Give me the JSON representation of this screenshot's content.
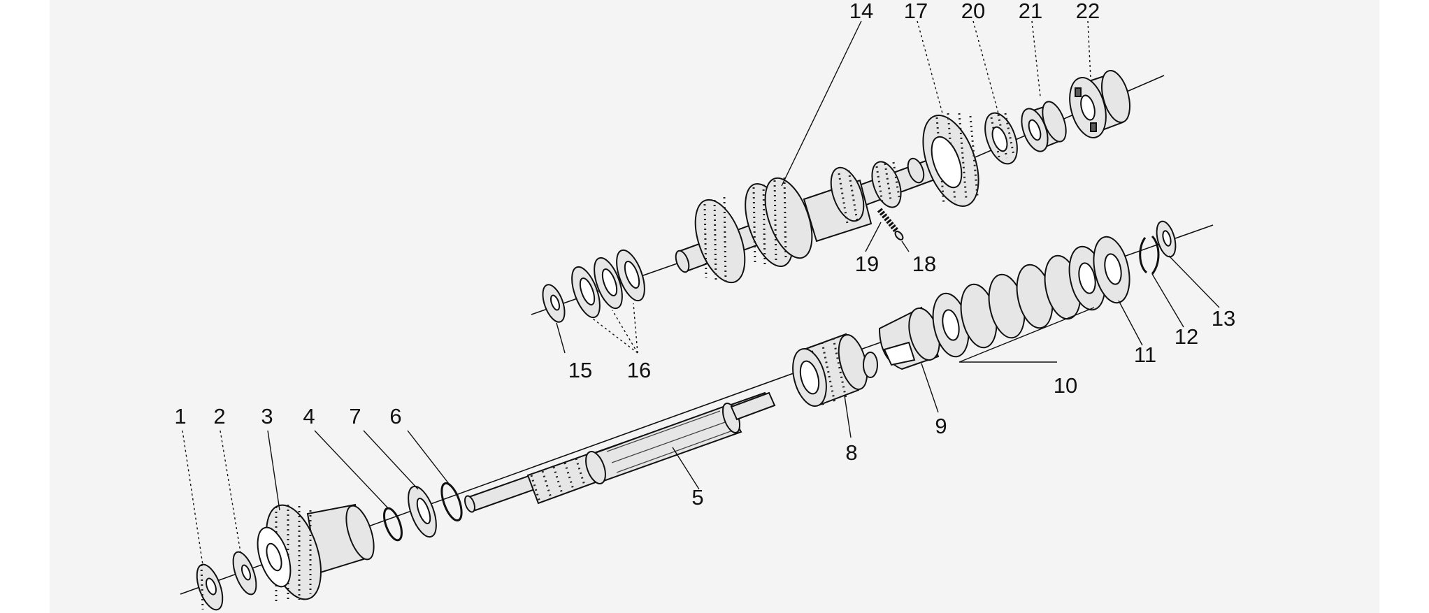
{
  "diagram": {
    "title": "",
    "labels": [
      "1",
      "2",
      "3",
      "4",
      "5",
      "6",
      "7",
      "8",
      "9",
      "10",
      "11",
      "12",
      "13",
      "14",
      "15",
      "16",
      "17",
      "18",
      "19",
      "20",
      "21",
      "22"
    ]
  },
  "colors": {
    "sheet": "#f4f4f4",
    "ink": "#111111",
    "fill": "#e6e6e6",
    "shade": "#5a5a5a"
  }
}
